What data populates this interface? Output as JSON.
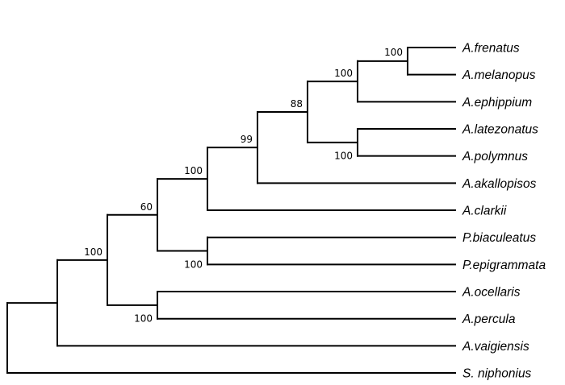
{
  "tree": {
    "id": "root",
    "children": [
      {
        "id": "n1",
        "children": [
          {
            "id": "n2",
            "support": "100",
            "children": [
              {
                "id": "n3",
                "support": "60",
                "children": [
                  {
                    "id": "n4",
                    "support": "100",
                    "children": [
                      {
                        "id": "n5",
                        "support": "99",
                        "children": [
                          {
                            "id": "n6",
                            "support": "88",
                            "children": [
                              {
                                "id": "n7",
                                "support": "100",
                                "children": [
                                  {
                                    "id": "n8",
                                    "support": "100",
                                    "children": [
                                      {
                                        "label": "A.frenatus"
                                      },
                                      {
                                        "label": "A.melanopus"
                                      }
                                    ]
                                  },
                                  {
                                    "label": "A.ephippium"
                                  }
                                ]
                              },
                              {
                                "id": "n9",
                                "support": "100",
                                "children": [
                                  {
                                    "label": "A.latezonatus"
                                  },
                                  {
                                    "label": "A.polymnus"
                                  }
                                ]
                              }
                            ]
                          },
                          {
                            "label": "A.akallopisos"
                          }
                        ]
                      },
                      {
                        "label": "A.clarkii"
                      }
                    ]
                  },
                  {
                    "id": "n10",
                    "support": "100",
                    "children": [
                      {
                        "label": "P.biaculeatus"
                      },
                      {
                        "label": "P.epigrammata"
                      }
                    ]
                  }
                ]
              },
              {
                "id": "n11",
                "support": "100",
                "children": [
                  {
                    "label": "A.ocellaris"
                  },
                  {
                    "label": "A.percula"
                  }
                ]
              }
            ]
          },
          {
            "label": "A.vaigiensis"
          }
        ]
      },
      {
        "label": "S. niphonius"
      }
    ]
  }
}
